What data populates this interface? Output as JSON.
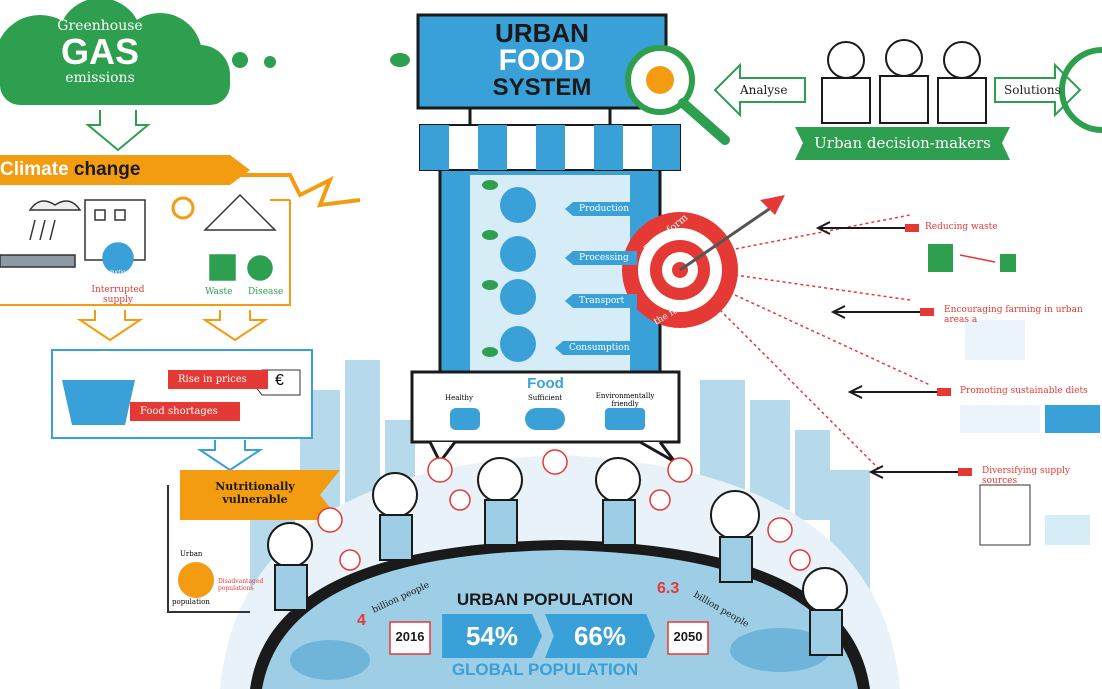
{
  "greenhouse": {
    "line1": "Greenhouse",
    "line2": "GAS",
    "line3": "emissions"
  },
  "climate": {
    "word1": "Climate",
    "word2": "change"
  },
  "climate_items": {
    "interrupted": "Interrupted supply",
    "production": "Production",
    "waste": "Waste",
    "disease": "Disease"
  },
  "prices": {
    "rise": "Rise in prices",
    "shortages": "Food shortages"
  },
  "vulnerable": {
    "line1": "Nutritionally",
    "line2": "vulnerable"
  },
  "urban_pop_icon": {
    "label1": "Urban",
    "label2": "population",
    "label3": "Disadvantaged populations"
  },
  "sign": {
    "line1": "URBAN",
    "line2": "FOOD",
    "line3": "SYSTEM"
  },
  "stages": [
    "Production",
    "Processing",
    "Transport",
    "Consumption"
  ],
  "food_box": {
    "title": "Food",
    "healthy": "Healthy",
    "sufficient": "Sufficient",
    "env1": "Environmentally",
    "env2": "friendly"
  },
  "decision": {
    "analyse": "Analyse",
    "solutions": "Solutions",
    "makers": "Urban decision-makers"
  },
  "transform": {
    "line1": "Transform",
    "line2": "the food system"
  },
  "actions": [
    "Reducing waste",
    "Encouraging farming in urban areas a",
    "Promoting sustainable diets",
    "Diversifying supply sources"
  ],
  "population": {
    "title": "URBAN POPULATION",
    "year1": "2016",
    "pct1": "54%",
    "pct2": "66%",
    "year2": "2050",
    "subtitle": "GLOBAL POPULATION",
    "left_num": "4",
    "left_label": "billion people",
    "right_num": "6.3",
    "right_label": "billion people"
  },
  "colors": {
    "green": "#2e9e4f",
    "blue": "#3aa0d8",
    "orange": "#f39c12",
    "red": "#e53935",
    "dark": "#1a1a1a"
  }
}
